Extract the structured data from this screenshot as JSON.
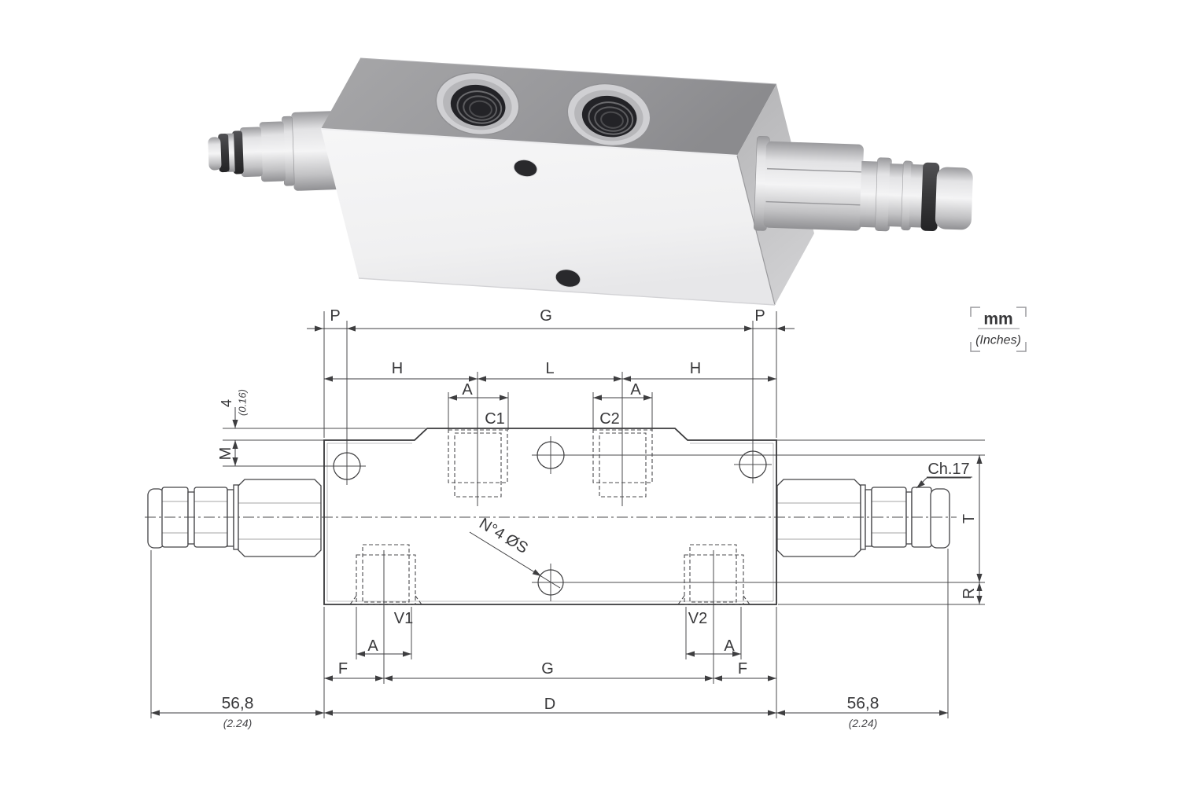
{
  "units_box": {
    "primary": "mm",
    "secondary": "(Inches)"
  },
  "drawing": {
    "labels": {
      "p_left": "P",
      "g_top": "G",
      "p_right": "P",
      "h_left": "H",
      "l_top": "L",
      "h_right": "H",
      "a_c1": "A",
      "a_c2": "A",
      "c1": "C1",
      "c2": "C2",
      "step_mm": "4",
      "step_inches": "(0.16)",
      "m": "M",
      "holes_note": "N°4 ØS",
      "chamfer": "Ch.17",
      "t": "T",
      "r": "R",
      "v1": "V1",
      "v2": "V2",
      "a_v1": "A",
      "a_v2": "A",
      "f_left": "F",
      "f_right": "F",
      "g_bottom": "G",
      "d": "D",
      "overall_left_mm": "56,8",
      "overall_left_inches": "(2.24)",
      "overall_right_mm": "56,8",
      "overall_right_inches": "(2.24)"
    }
  },
  "colors": {
    "line": "#3e3e40",
    "text": "#38383a",
    "metal_light": "#f3f3f4",
    "metal_mid": "#b9b9bb",
    "metal_dark": "#8e8e91",
    "oring": "#323234"
  }
}
